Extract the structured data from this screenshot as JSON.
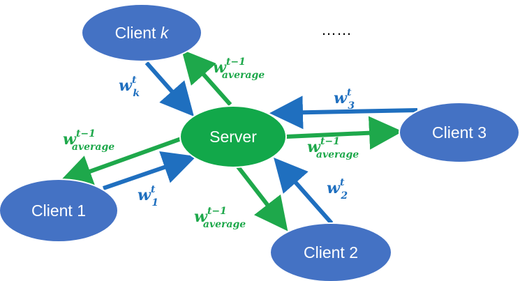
{
  "colors": {
    "node_fill": "#4472C4",
    "server_fill": "#12A84A",
    "upload_arrow": "#1F6FBF",
    "download_arrow": "#1EA84B"
  },
  "nodes": {
    "server": "Server",
    "client_k": {
      "prefix": "Client ",
      "italic": "k"
    },
    "client_1": "Client 1",
    "client_2": "Client 2",
    "client_3": "Client 3"
  },
  "ellipsis": "……",
  "weights": {
    "upload": [
      {
        "base": "w",
        "sup": "t",
        "sub": "k"
      },
      {
        "base": "w",
        "sup": "t",
        "sub": "3"
      },
      {
        "base": "w",
        "sup": "t",
        "sub": "1"
      },
      {
        "base": "w",
        "sup": "t",
        "sub": "2"
      }
    ],
    "download": {
      "base": "w",
      "sup": "t−1",
      "sub": "average"
    }
  }
}
